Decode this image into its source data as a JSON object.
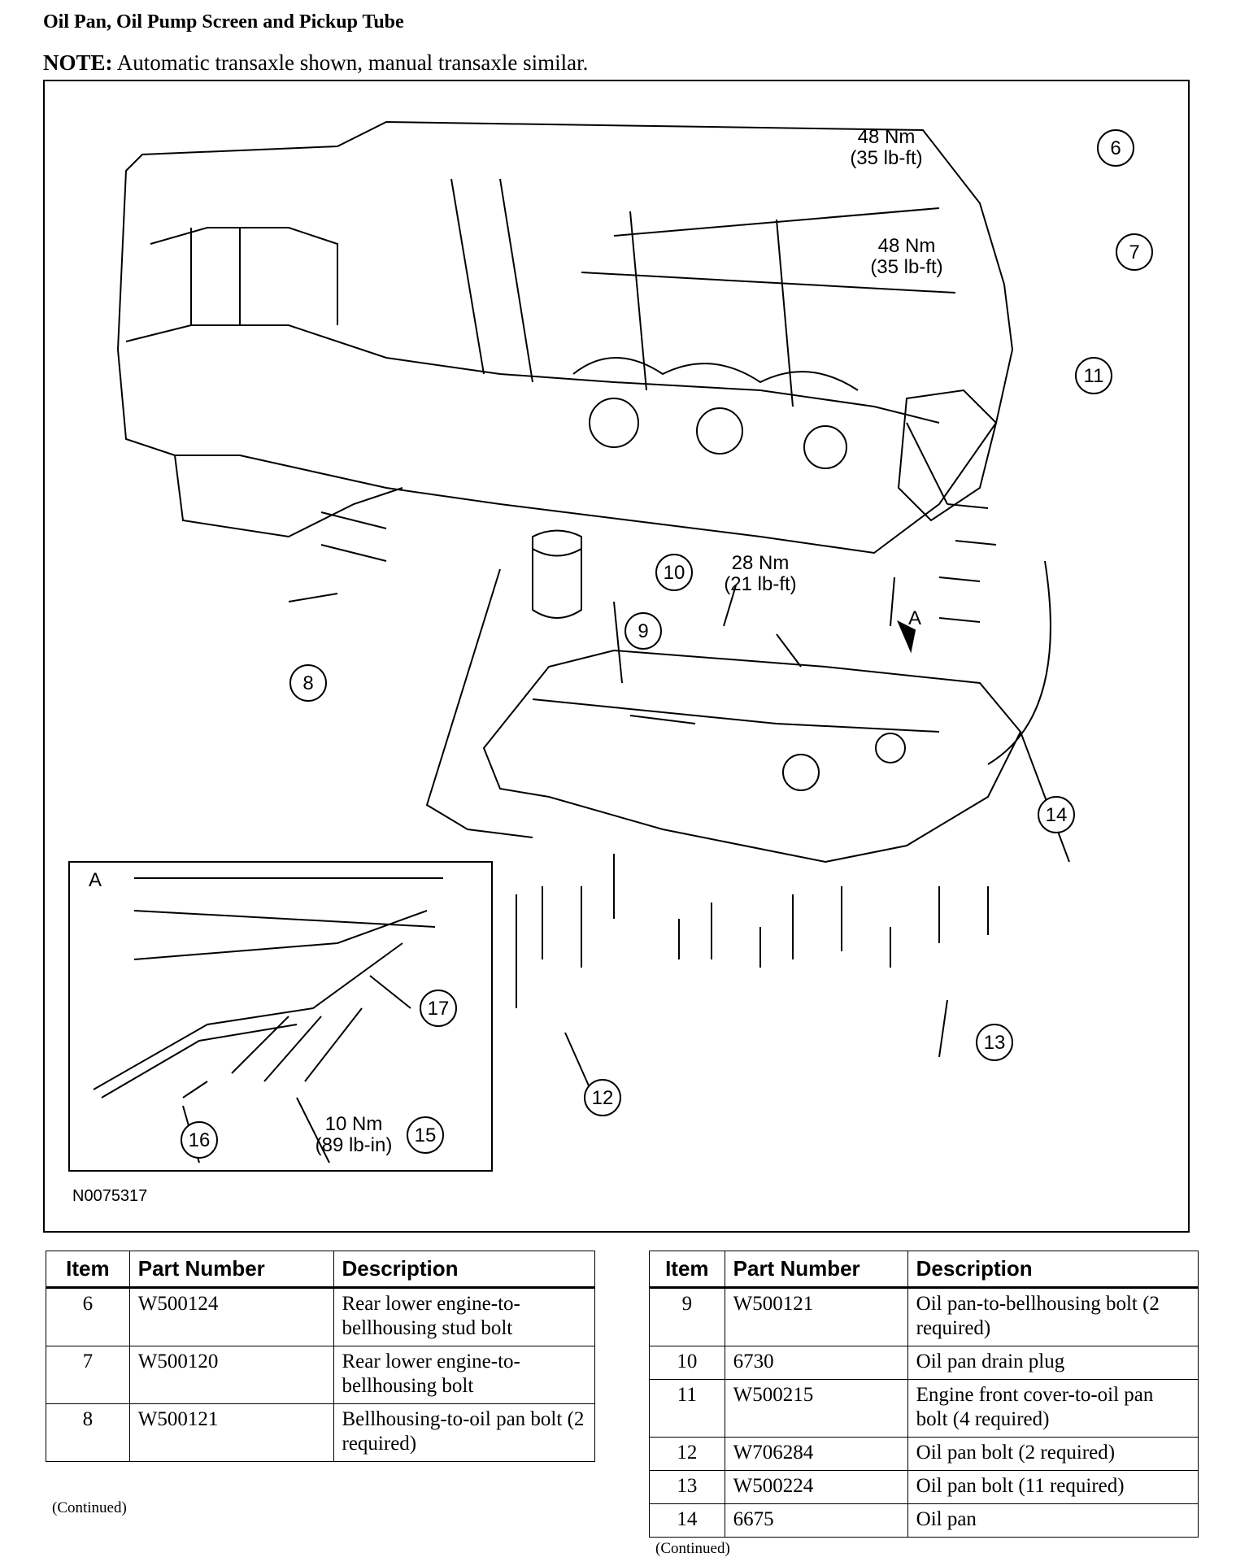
{
  "title": "Oil Pan, Oil Pump Screen and Pickup Tube",
  "note": {
    "label": "NOTE:",
    "text": " Automatic transaxle shown, manual transaxle similar."
  },
  "figure": {
    "id": "N0075317",
    "inset_label": "A",
    "view_label": "A",
    "callouts": [
      {
        "item": "6",
        "torque_nm": "48 Nm",
        "torque_alt": "(35 lb-ft)"
      },
      {
        "item": "7",
        "torque_nm": "48 Nm",
        "torque_alt": "(35 lb-ft)"
      },
      {
        "item": "10",
        "torque_nm": "28 Nm",
        "torque_alt": "(21 lb-ft)"
      },
      {
        "item": "15",
        "torque_nm": "10 Nm",
        "torque_alt": "(89 lb-in)"
      }
    ],
    "bubbles": [
      "6",
      "7",
      "8",
      "9",
      "10",
      "11",
      "12",
      "13",
      "14",
      "15",
      "16",
      "17"
    ]
  },
  "table_left": {
    "headers": [
      "Item",
      "Part Number",
      "Description"
    ],
    "rows": [
      {
        "item": "6",
        "part": "W500124",
        "desc": "Rear lower engine-to-bellhousing stud bolt"
      },
      {
        "item": "7",
        "part": "W500120",
        "desc": "Rear lower engine-to-bellhousing bolt"
      },
      {
        "item": "8",
        "part": "W500121",
        "desc": "Bellhousing-to-oil pan bolt (2 required)"
      }
    ],
    "continued": "(Continued)"
  },
  "table_right": {
    "headers": [
      "Item",
      "Part Number",
      "Description"
    ],
    "rows": [
      {
        "item": "9",
        "part": "W500121",
        "desc": "Oil pan-to-bellhousing bolt (2 required)"
      },
      {
        "item": "10",
        "part": "6730",
        "desc": "Oil pan drain plug"
      },
      {
        "item": "11",
        "part": "W500215",
        "desc": "Engine front cover-to-oil pan bolt (4 required)"
      },
      {
        "item": "12",
        "part": "W706284",
        "desc": "Oil pan bolt (2 required)"
      },
      {
        "item": "13",
        "part": "W500224",
        "desc": "Oil pan bolt (11 required)"
      },
      {
        "item": "14",
        "part": "6675",
        "desc": "Oil pan"
      }
    ],
    "continued": "(Continued)"
  }
}
